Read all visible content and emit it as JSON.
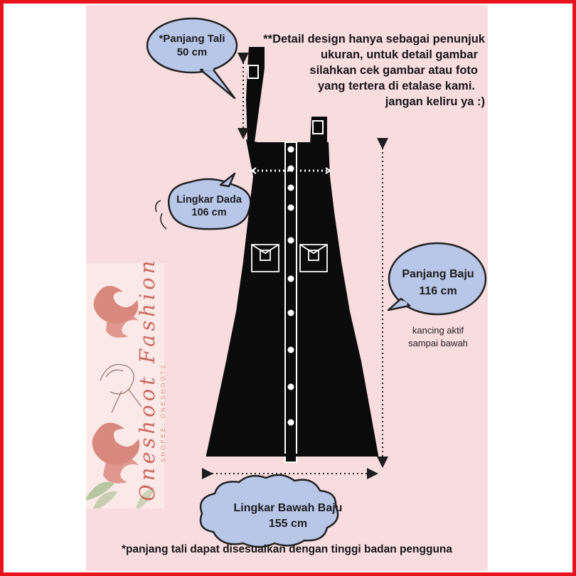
{
  "colors": {
    "frame": "#e8141b",
    "panel_background": "#f9dcde",
    "bubble_fill": "#b8c6e8",
    "dress": "#0b0b0b",
    "brand_accent": "#d9887e"
  },
  "icons": [
    "speech-bubble",
    "cloud-bubble",
    "double-arrow",
    "dress-illustration",
    "cloud-ornament"
  ],
  "strap_length": {
    "label": "*Panjang Tali",
    "value": "50 cm"
  },
  "design_note": {
    "lines": [
      "**Detail design hanya sebagai penunjuk",
      "ukuran, untuk detail gambar",
      "silahkan cek gambar atau foto",
      "yang tertera di etalase kami.",
      "jangan keliru ya :)"
    ]
  },
  "chest": {
    "label": "Lingkar Dada",
    "value": "106 cm"
  },
  "dress_length": {
    "label": "Panjang Baju",
    "value": "116 cm"
  },
  "button_note": {
    "lines": [
      "kancing aktif",
      "sampai bawah"
    ]
  },
  "hem": {
    "label": "Lingkar Bawah Baju",
    "value": "155 cm"
  },
  "footnote": "*panjang tali dapat disesuaikan dengan tinggi badan pengguna",
  "brand": {
    "name": "Oneshoot Fashion",
    "subtitle": "SHOPEE: ONESHOOT2"
  }
}
